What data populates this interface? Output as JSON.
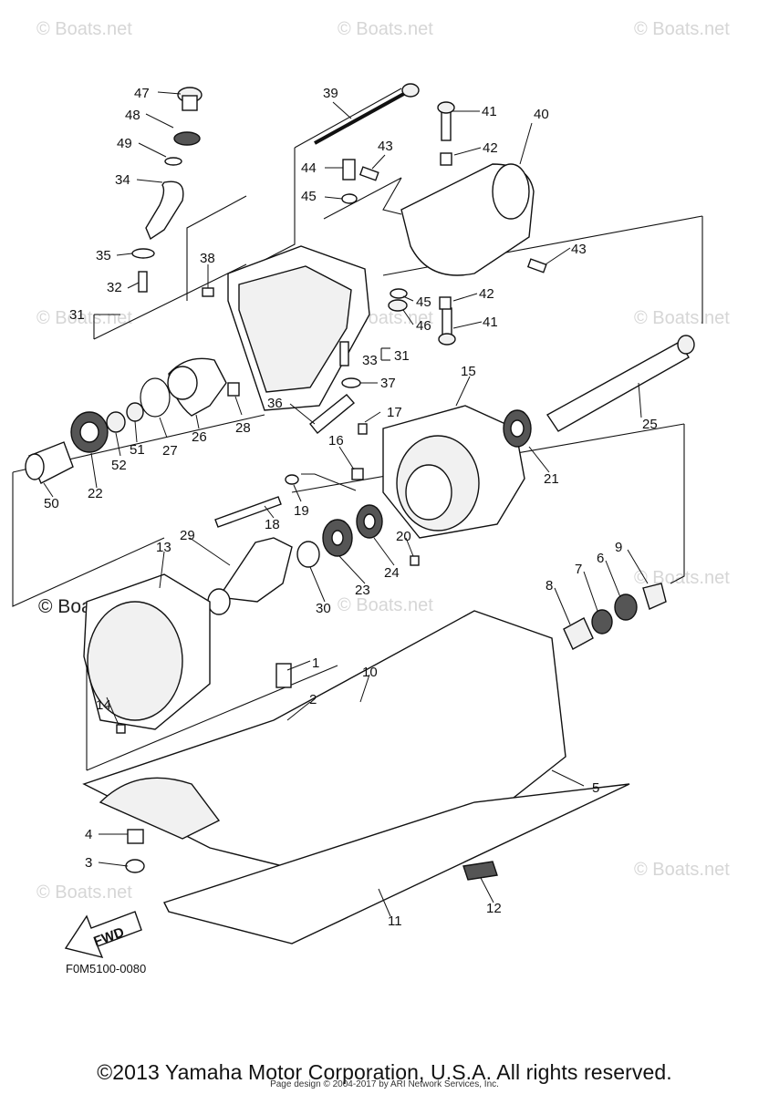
{
  "watermark": {
    "text": "© Boats.net",
    "highlight_text": "© Boats.net"
  },
  "diagram": {
    "code": "F0M5100-0080",
    "direction_label": "FWD",
    "part_numbers": [
      "1",
      "2",
      "3",
      "4",
      "5",
      "6",
      "7",
      "8",
      "9",
      "10",
      "11",
      "12",
      "13",
      "14",
      "15",
      "16",
      "17",
      "18",
      "19",
      "20",
      "21",
      "22",
      "23",
      "24",
      "25",
      "26",
      "27",
      "28",
      "29",
      "30",
      "31",
      "32",
      "33",
      "34",
      "35",
      "36",
      "37",
      "38",
      "39",
      "40",
      "41",
      "42",
      "43",
      "44",
      "45",
      "46",
      "47",
      "48",
      "49",
      "50",
      "51",
      "52"
    ],
    "callout_labels": {
      "p31a": "31",
      "p31b": "31",
      "p41a": "41",
      "p41b": "41",
      "p42a": "42",
      "p42b": "42",
      "p43a": "43",
      "p43b": "43",
      "p45a": "45",
      "p45b": "45"
    }
  },
  "footer": {
    "copyright": "©2013 Yamaha Motor Corporation, U.S.A. All rights reserved.",
    "page_credit": "Page design © 2004-2017 by ARI Network Services, Inc."
  }
}
